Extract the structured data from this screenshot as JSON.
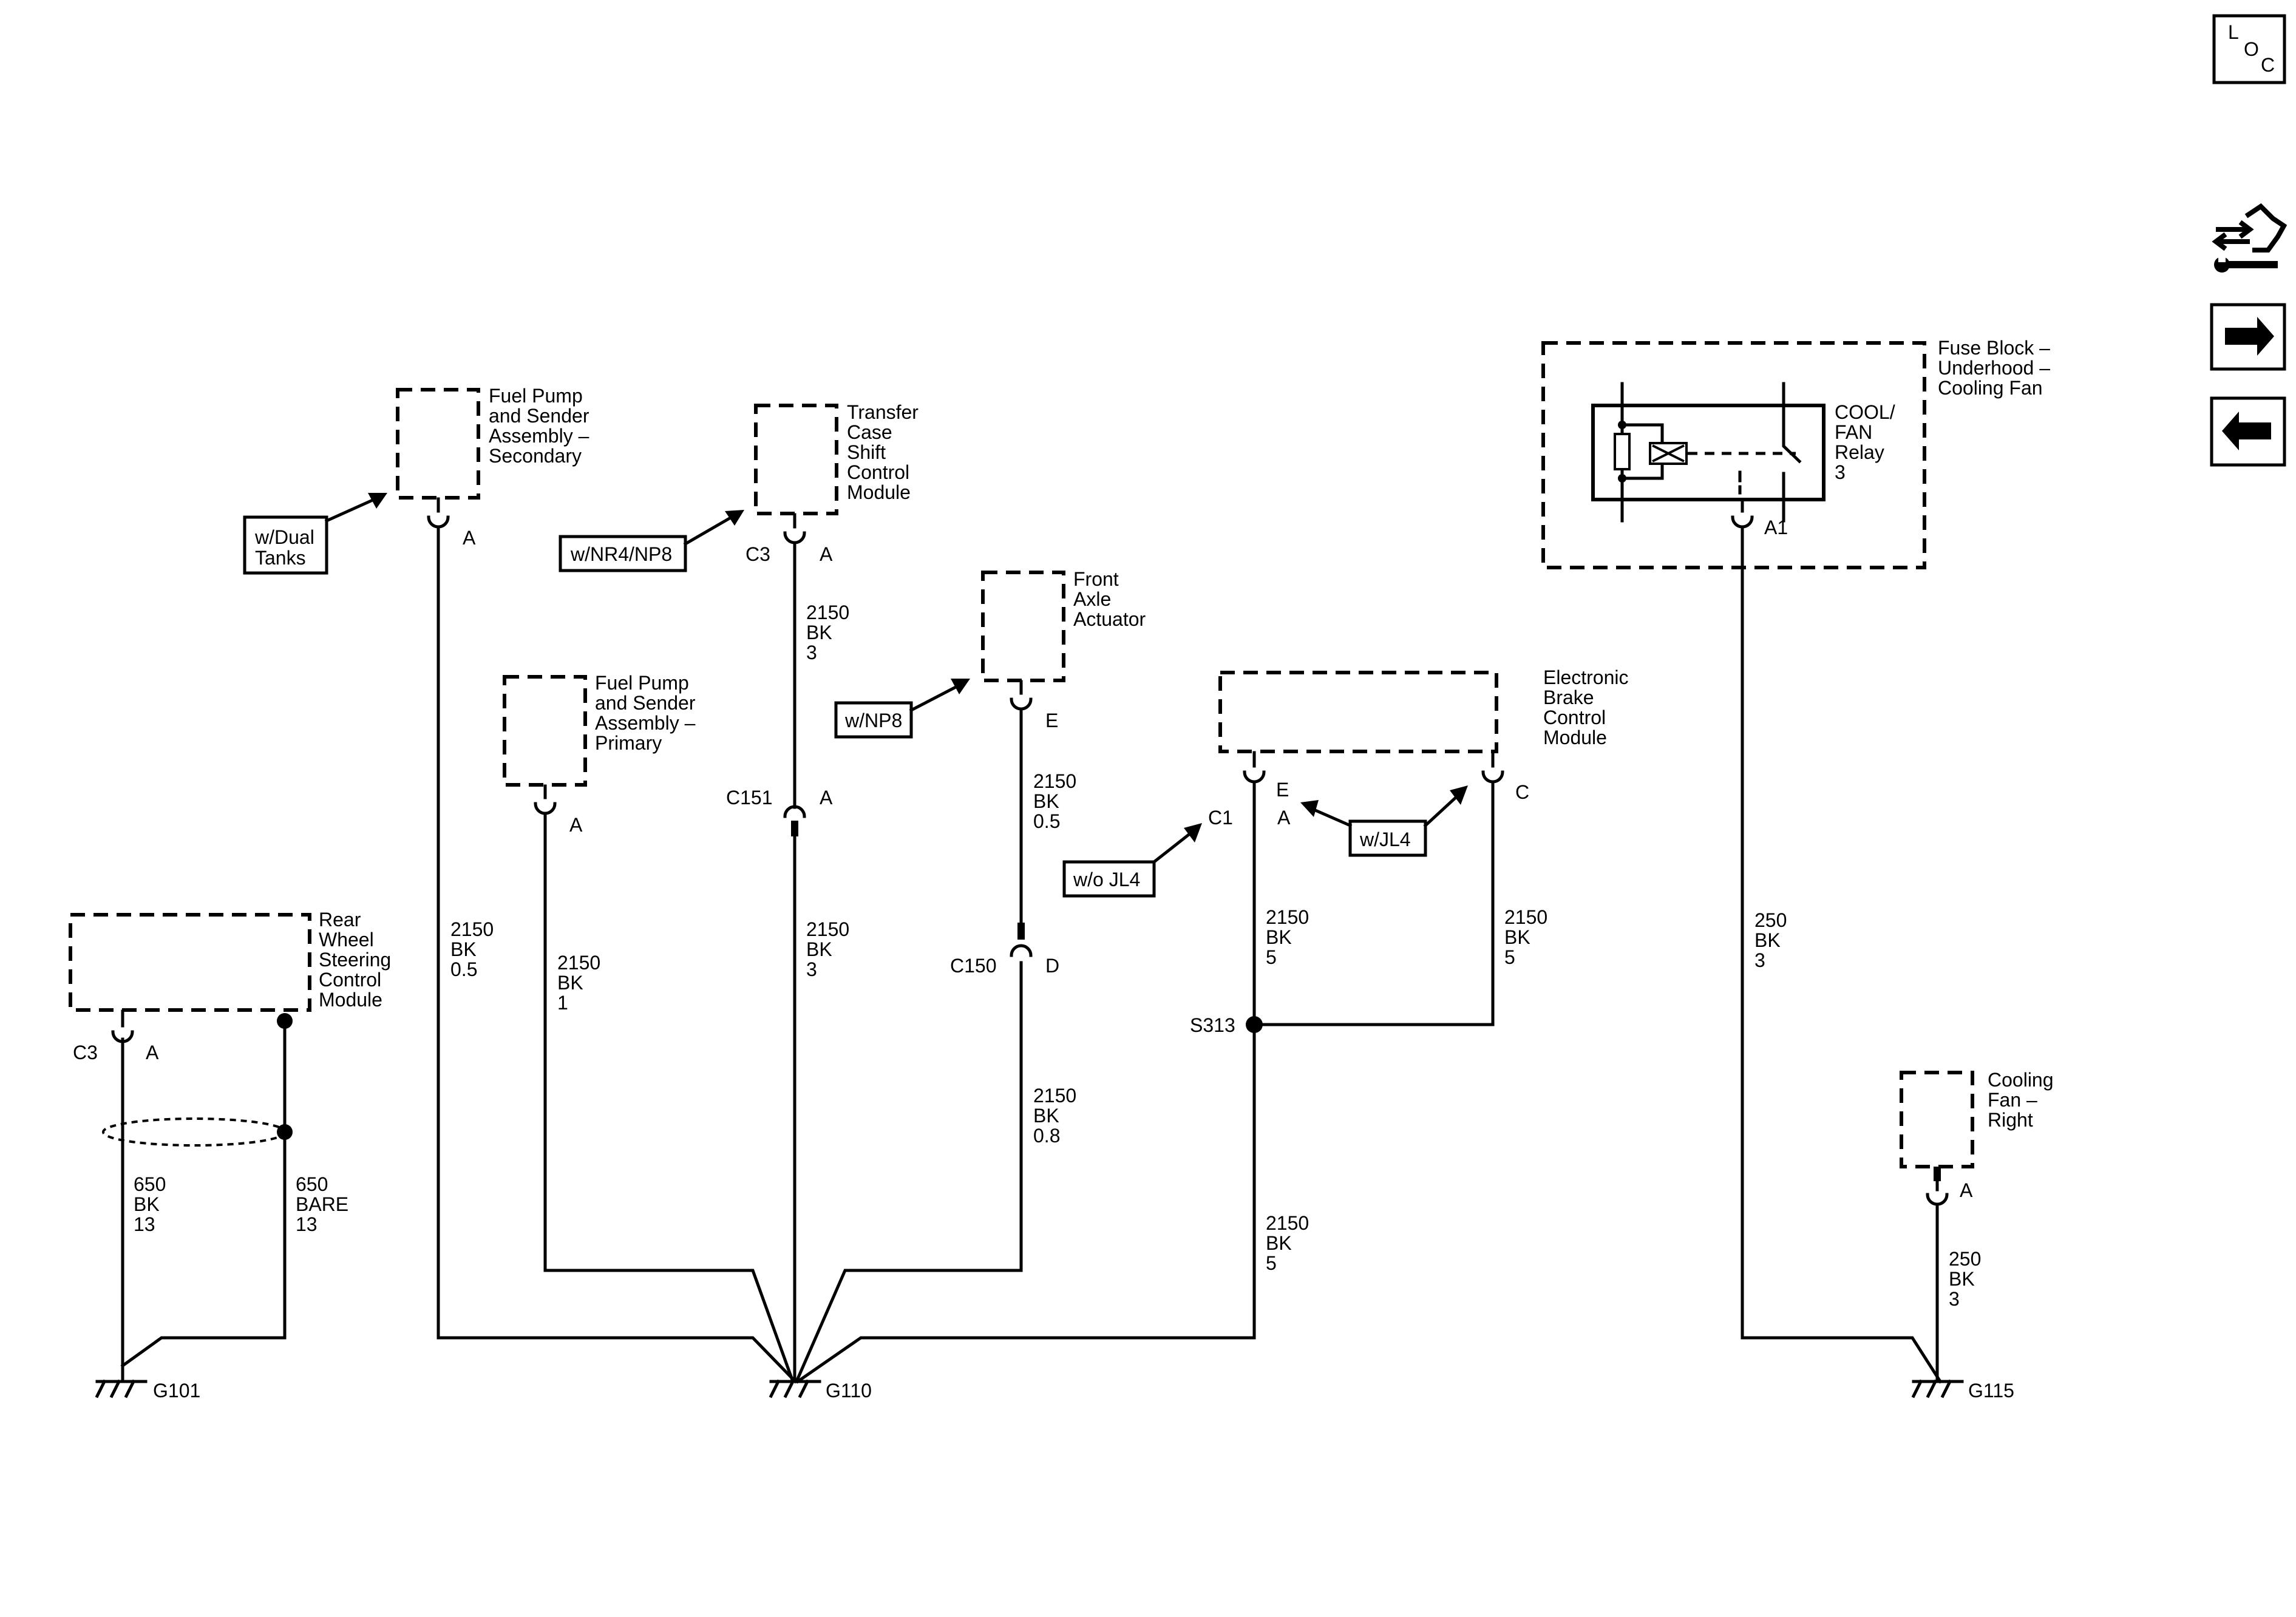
{
  "nav": {
    "loc_l": "L",
    "loc_o": "O",
    "loc_c": "C",
    "icons": [
      "loc-icon",
      "connector-view-icon",
      "next-page-icon",
      "previous-page-icon"
    ]
  },
  "components": {
    "rear_steer": [
      "Rear",
      "Wheel",
      "Steering",
      "Control",
      "Module"
    ],
    "fp_secondary": [
      "Fuel Pump",
      "and Sender",
      "Assembly –",
      "Secondary"
    ],
    "fp_primary": [
      "Fuel Pump",
      "and Sender",
      "Assembly –",
      "Primary"
    ],
    "transfer_case": [
      "Transfer",
      "Case",
      "Shift",
      "Control",
      "Module"
    ],
    "front_axle": [
      "Front",
      "Axle",
      "Actuator"
    ],
    "ebcm": [
      "Electronic",
      "Brake",
      "Control",
      "Module"
    ],
    "fuse_block": [
      "Fuse Block –",
      "Underhood –",
      "Cooling Fan"
    ],
    "relay": [
      "COOL/",
      "FAN",
      "Relay",
      "3"
    ],
    "cooling_fan": [
      "Cooling",
      "Fan –",
      "Right"
    ]
  },
  "options": {
    "dual_tanks": [
      "w/Dual",
      "Tanks"
    ],
    "nr4_np8": "w/NR4/NP8",
    "np8": "w/NP8",
    "wo_jl4": "w/o JL4",
    "w_jl4": "w/JL4"
  },
  "connectors": {
    "rear_c3": "C3",
    "rear_a": "A",
    "fp_secondary_a": "A",
    "fp_primary_a": "A",
    "tc_c3": "C3",
    "tc_a": "A",
    "c151": "C151",
    "c151_a": "A",
    "fa_e": "E",
    "c150": "C150",
    "c150_d": "D",
    "ebcm_e": "E",
    "ebcm_c1": "C1",
    "ebcm_a": "A",
    "ebcm_c": "C",
    "relay_a1": "A1",
    "fan_a": "A"
  },
  "wires": {
    "w650_bk": [
      "650",
      "BK",
      "13"
    ],
    "w650_bare": [
      "650",
      "BARE",
      "13"
    ],
    "fp_sec": [
      "2150",
      "BK",
      "0.5"
    ],
    "fp_pri": [
      "2150",
      "BK",
      "1"
    ],
    "tc_upper": [
      "2150",
      "BK",
      "3"
    ],
    "tc_lower": [
      "2150",
      "BK",
      "3"
    ],
    "fa_upper": [
      "2150",
      "BK",
      "0.5"
    ],
    "fa_lower": [
      "2150",
      "BK",
      "0.8"
    ],
    "ebcm_e": [
      "2150",
      "BK",
      "5"
    ],
    "ebcm_c": [
      "2150",
      "BK",
      "5"
    ],
    "s313_lower": [
      "2150",
      "BK",
      "5"
    ],
    "relay": [
      "250",
      "BK",
      "3"
    ],
    "fan": [
      "250",
      "BK",
      "3"
    ]
  },
  "splice": "S313",
  "grounds": {
    "g101": "G101",
    "g110": "G110",
    "g115": "G115"
  }
}
